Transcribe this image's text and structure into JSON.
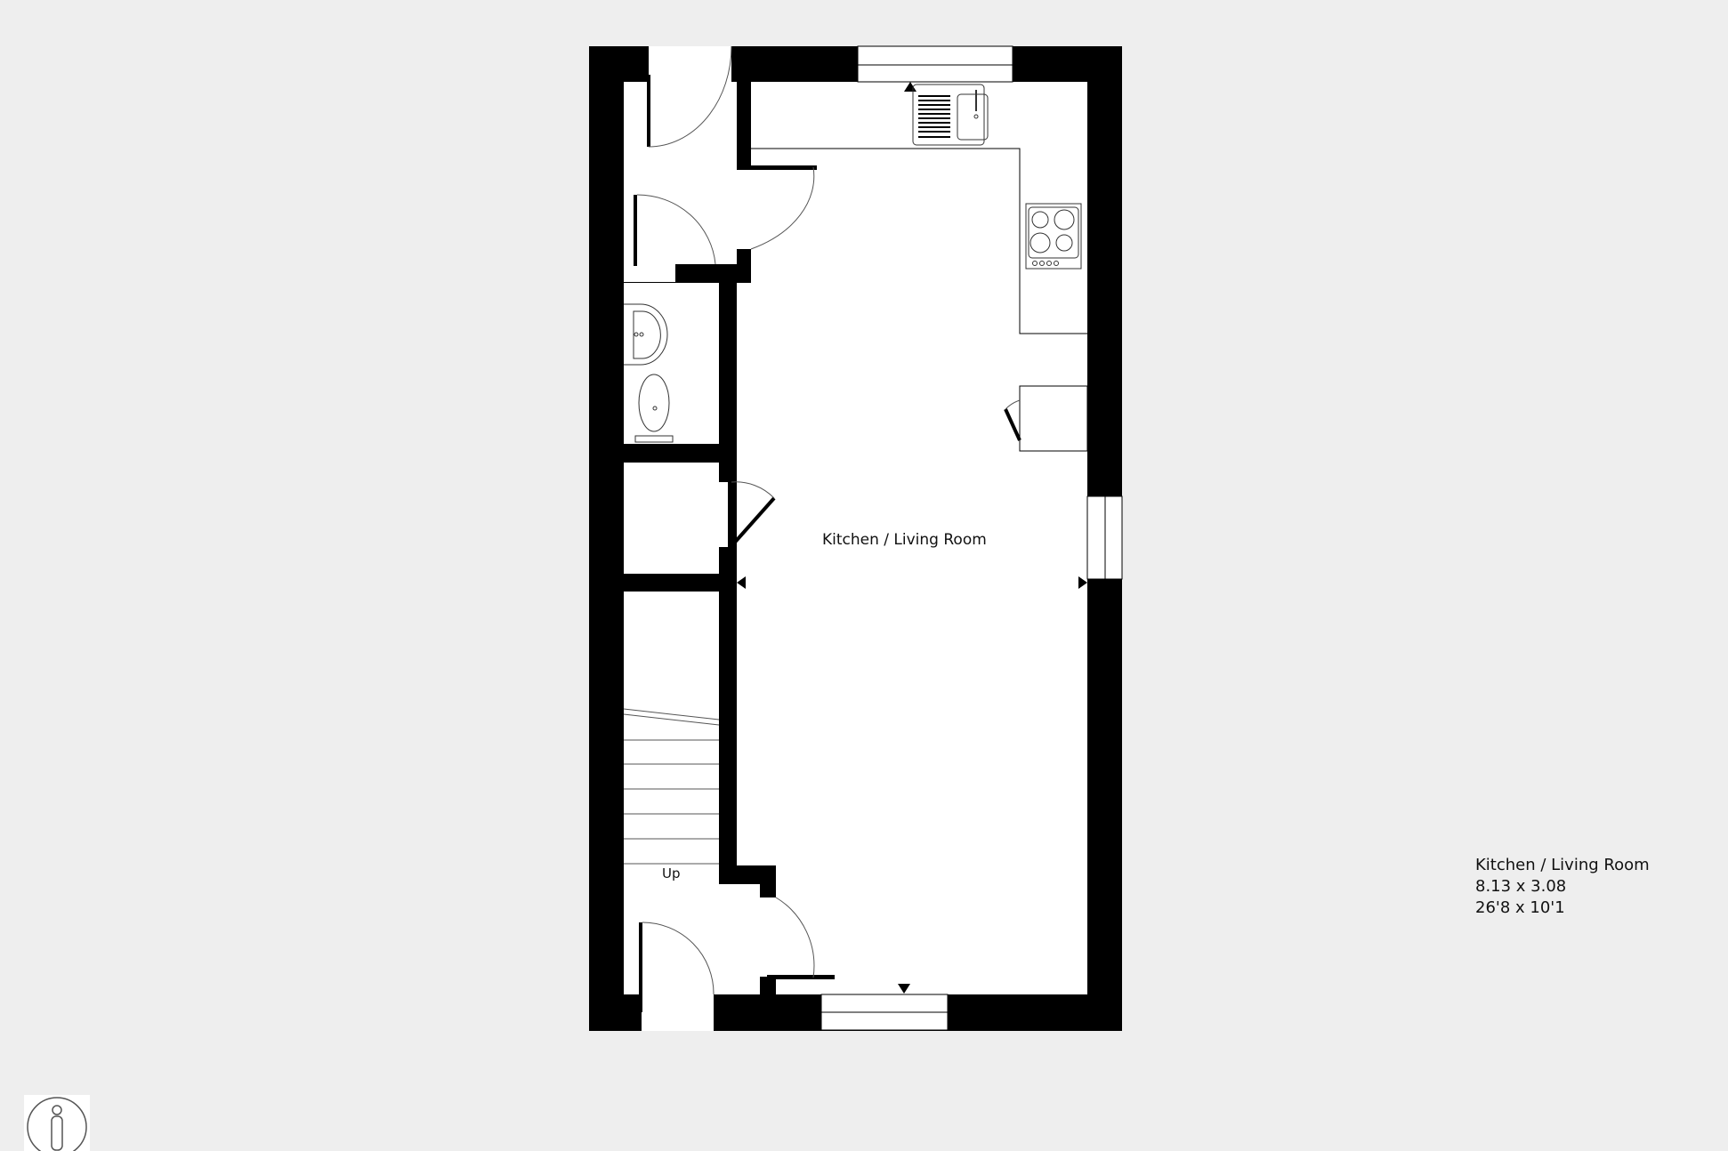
{
  "floorplan": {
    "rooms": [
      {
        "name": "Kitchen / Living Room"
      }
    ],
    "stairs_label": "Up",
    "legend": {
      "room": "Kitchen / Living Room",
      "metric": "8.13 x 3.08",
      "imperial": "26'8 x 10'1"
    },
    "colors": {
      "background": "#eeeeee",
      "wall": "#000000",
      "floor": "#ffffff",
      "line": "#555555"
    },
    "icons": {
      "orientation": "person-in-circle-icon"
    }
  }
}
